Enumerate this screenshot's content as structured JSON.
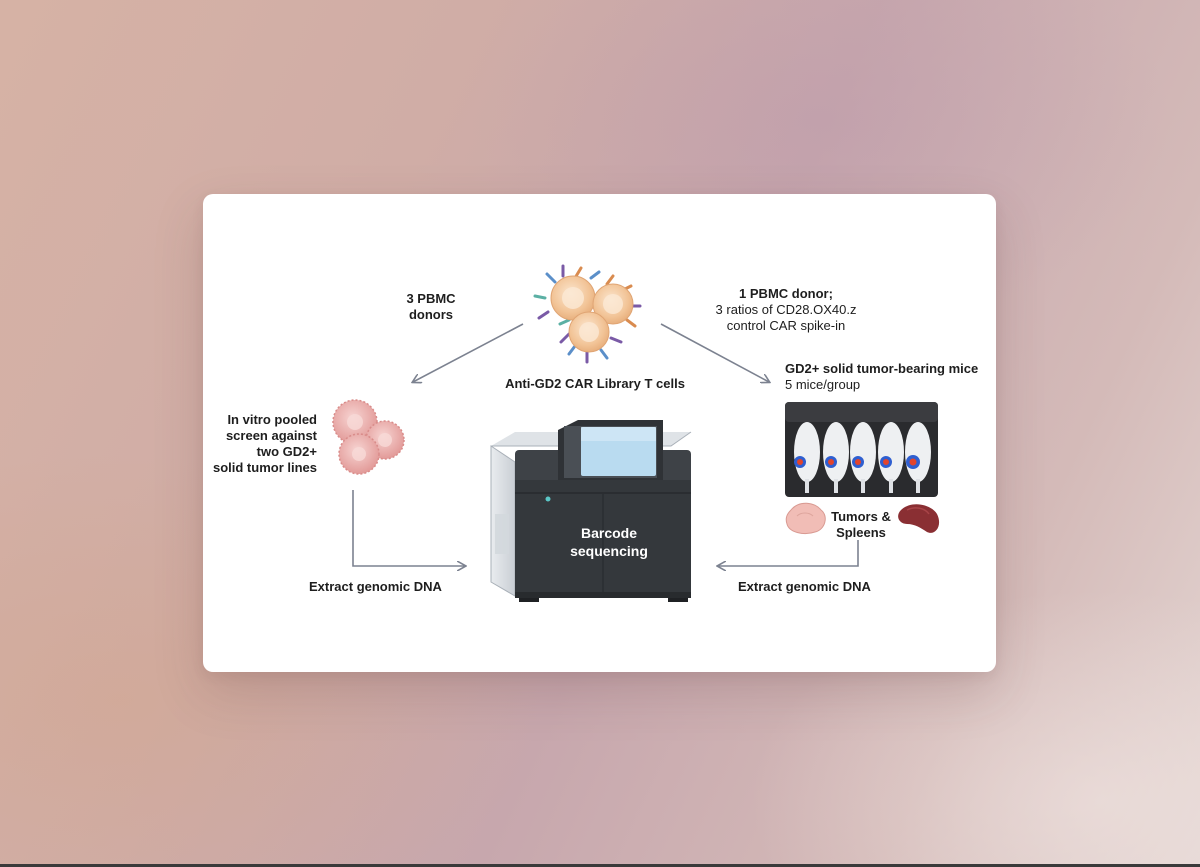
{
  "diagram": {
    "left_donors": "3 PBMC donors",
    "center_cells": "Anti-GD2 CAR Library T cells",
    "right_donor_title": "1 PBMC donor;",
    "right_donor_detail_1": "3 ratios of CD28.OX40.z",
    "right_donor_detail_2": "control CAR spike-in",
    "invitro_1": "In vitro pooled",
    "invitro_2": "screen against",
    "invitro_3": "two GD2+",
    "invitro_4": "solid tumor lines",
    "mice_title": "GD2+ solid tumor-bearing mice",
    "mice_detail": "5 mice/group",
    "tumors_1": "Tumors &",
    "tumors_2": "Spleens",
    "sequencer_1": "Barcode",
    "sequencer_2": "sequencing",
    "extract_left": "Extract genomic DNA",
    "extract_right": "Extract genomic DNA"
  },
  "colors": {
    "arrow": "#7c8290",
    "cell_fill": "#f3c9a3",
    "tumor_cell": "#e9a8a5",
    "spleen": "#8a2f33",
    "sequencer_body": "#3e4247",
    "sequencer_screen": "#b9dbf0"
  }
}
